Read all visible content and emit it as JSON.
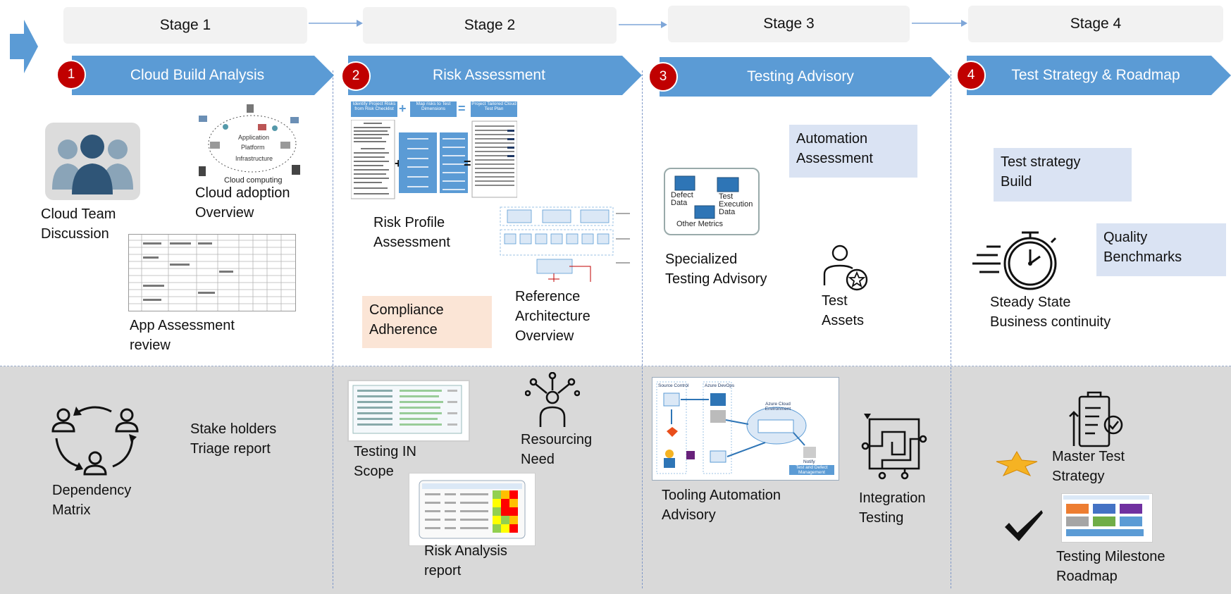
{
  "colors": {
    "banner": "#5b9bd5",
    "badge": "#c00000",
    "stage_box": "#f2f2f2",
    "band": "#d9d9d9",
    "tag_blue": "#dae3f3",
    "tag_peach": "#fbe5d6",
    "star": "#f5b323"
  },
  "stages": [
    {
      "label": "Stage 1",
      "number": "1",
      "title": "Cloud Build Analysis"
    },
    {
      "label": "Stage 2",
      "number": "2",
      "title": "Risk Assessment"
    },
    {
      "label": "Stage 3",
      "number": "3",
      "title": "Testing Advisory"
    },
    {
      "label": "Stage 4",
      "number": "4",
      "title": "Test Strategy & Roadmap"
    }
  ],
  "stage1": {
    "cloud_team": "Cloud Team\nDiscussion",
    "cloud_adoption": "Cloud adoption\nOverview",
    "cloud_caption": "Cloud computing",
    "app_assessment": "App Assessment\nreview",
    "stakeholders": "Stake holders\nTriage report",
    "dependency": "Dependency\nMatrix"
  },
  "stage2": {
    "box_identify": "Identify Project Risks from Risk Checklist",
    "box_map": "Map risks to Test Dimensions",
    "box_plan": "Project Tailored Cloud Test Plan",
    "risk_profile": "Risk Profile\nAssessment",
    "compliance": "Compliance\nAdherence",
    "reference": "Reference\nArchitecture\nOverview",
    "testing_in_scope": "Testing IN\nScope",
    "resourcing": "Resourcing\nNeed",
    "risk_analysis": "Risk Analysis\nreport"
  },
  "stage3": {
    "automation": "Automation\nAssessment",
    "specialized": "Specialized\nTesting Advisory",
    "test_assets": "Test\nAssets",
    "defect_data": "Defect\nData",
    "test_execution": "Test\nExecution\nData",
    "other_metrics": "Other Metrics",
    "tooling": "Tooling Automation\nAdvisory",
    "integration": "Integration\nTesting",
    "pipeline_source": "Source Control",
    "pipeline_devops": "Azure DevOps",
    "pipeline_cloud": "Azure Cloud Environment",
    "pipeline_notify": "Notify",
    "pipeline_defect": "Test and Defect Management"
  },
  "stage4": {
    "test_strategy": "Test strategy\nBuild",
    "quality": "Quality\nBenchmarks",
    "steady": "Steady State\nBusiness continuity",
    "master": "Master Test\nStrategy",
    "milestone": "Testing  Milestone\nRoadmap"
  }
}
